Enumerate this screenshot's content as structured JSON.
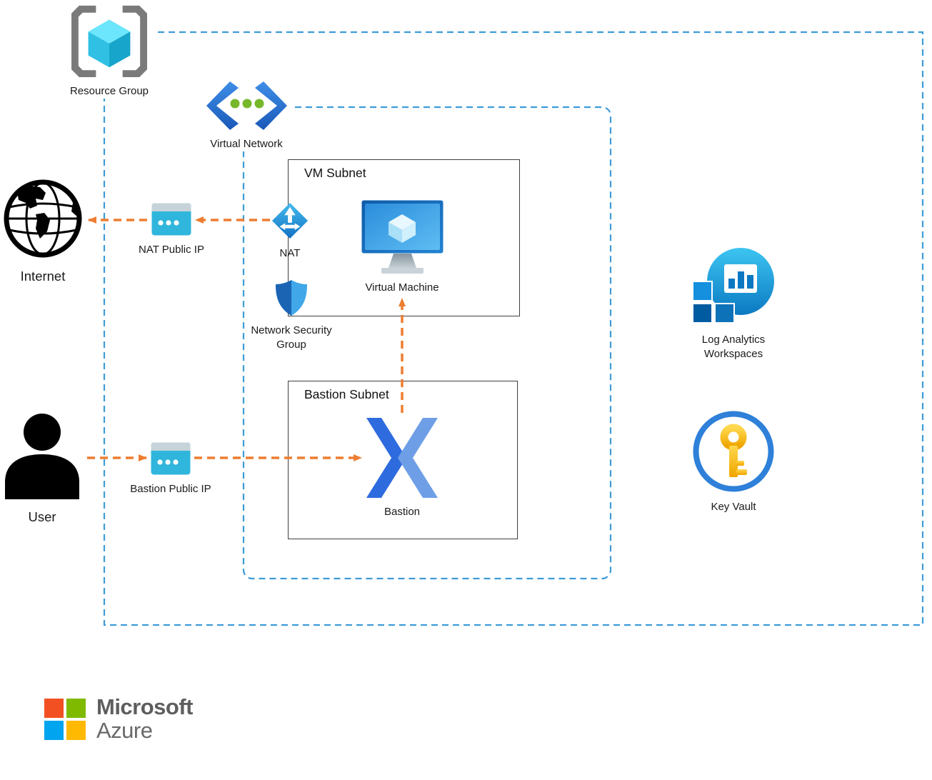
{
  "diagram": {
    "containers": {
      "resource_group": {
        "label": "Resource Group"
      },
      "virtual_network": {
        "label": "Virtual Network"
      },
      "vm_subnet": {
        "label": "VM Subnet"
      },
      "bastion_subnet": {
        "label": "Bastion Subnet"
      }
    },
    "nodes": {
      "internet": {
        "label": "Internet"
      },
      "user": {
        "label": "User"
      },
      "nat_public_ip": {
        "label": "NAT Public IP"
      },
      "bastion_public_ip": {
        "label": "Bastion Public IP"
      },
      "nat": {
        "label": "NAT"
      },
      "virtual_machine": {
        "label": "Virtual Machine"
      },
      "network_security_group": {
        "label": "Network Security Group"
      },
      "bastion": {
        "label": "Bastion"
      },
      "log_analytics_workspaces": {
        "label": "Log Analytics Workspaces"
      },
      "key_vault": {
        "label": "Key Vault"
      }
    },
    "flows": [
      {
        "from": "nat",
        "to": "nat_public_ip"
      },
      {
        "from": "nat_public_ip",
        "to": "internet"
      },
      {
        "from": "user",
        "to": "bastion_public_ip"
      },
      {
        "from": "bastion_public_ip",
        "to": "bastion"
      },
      {
        "from": "bastion",
        "to": "virtual_machine"
      }
    ],
    "icons": {
      "resource_group": "resource-group-icon",
      "virtual_network": "virtual-network-icon",
      "internet": "globe-icon",
      "user": "person-icon",
      "nat_public_ip": "public-ip-icon",
      "bastion_public_ip": "public-ip-icon",
      "nat": "nat-gateway-icon",
      "virtual_machine": "virtual-machine-icon",
      "network_security_group": "shield-icon",
      "bastion": "bastion-icon",
      "log_analytics_workspaces": "log-analytics-icon",
      "key_vault": "key-vault-icon",
      "microsoft": "microsoft-logo-icon"
    },
    "colors": {
      "container_border": "#3E9CD8",
      "subnet_border": "#3F3F3F",
      "flow_arrow": "#ED7D31",
      "logo_red": "#F25022",
      "logo_green": "#7FBA00",
      "logo_blue": "#00A4EF",
      "logo_yellow": "#FFB900"
    },
    "logo": {
      "brand": "Microsoft",
      "product": "Azure"
    }
  }
}
